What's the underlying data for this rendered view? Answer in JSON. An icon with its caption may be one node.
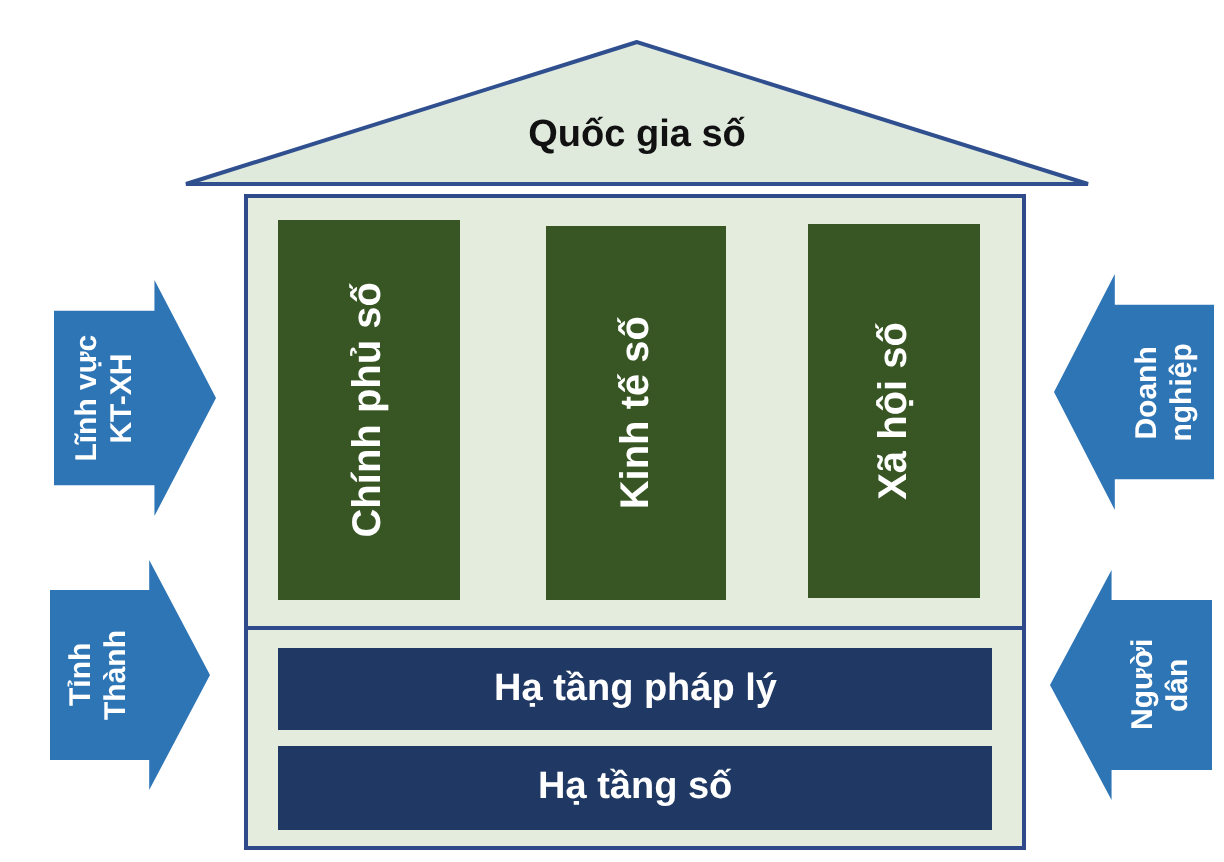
{
  "diagram": {
    "nodes": [
      {
        "text": [
          "Quốc gia số"
        ]
      },
      {
        "text": [],
        "shape": "box"
      },
      {
        "text": [
          "Chính phủ số"
        ],
        "in": 1
      },
      {
        "text": [
          "Kinh tế số"
        ],
        "in": 1
      },
      {
        "text": [
          "Xã hội số"
        ],
        "in": 1
      },
      {
        "text": [
          "Hạ tầng pháp lý"
        ],
        "in": 1
      },
      {
        "text": [
          "Hạ tầng số"
        ],
        "in": 1
      },
      {
        "text": [
          "Lĩnh vực KT-XH"
        ]
      },
      {
        "text": [
          "Tỉnh Thành"
        ]
      },
      {
        "text": [
          "Doanh nghiệp"
        ]
      },
      {
        "text": [
          "Người dân"
        ]
      }
    ],
    "edges": []
  }
}
